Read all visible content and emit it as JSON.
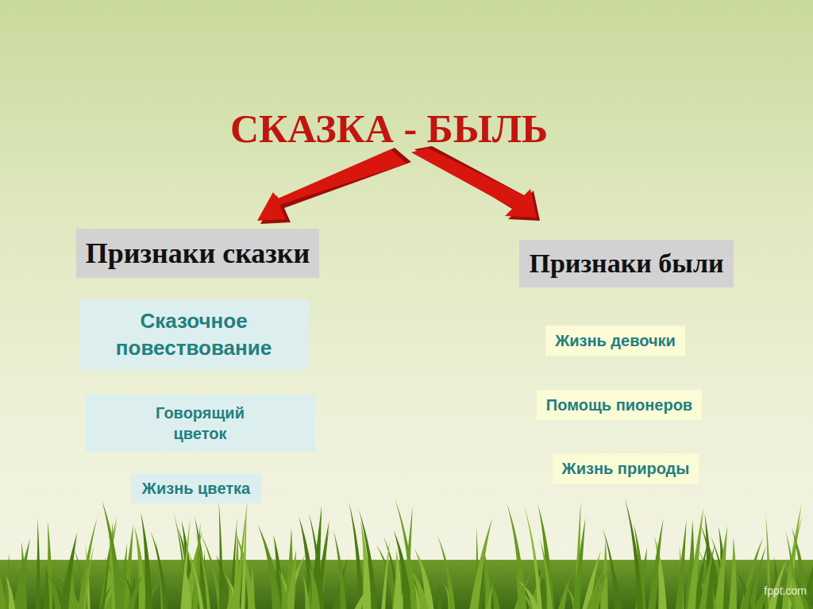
{
  "diagram": {
    "title": "СКАЗКА - БЫЛЬ",
    "nodes": [
      {
        "text": [
          "Признаки сказки"
        ]
      },
      {
        "text": [
          "Признаки были"
        ]
      },
      {
        "text": [
          "Сказочное повествование"
        ]
      },
      {
        "text": [
          "Говорящий цветок"
        ]
      },
      {
        "text": [
          "Жизнь цветка"
        ]
      },
      {
        "text": [
          "Жизнь девочки"
        ]
      },
      {
        "text": [
          "Помощь пионеров"
        ]
      },
      {
        "text": [
          "Жизнь природы"
        ]
      }
    ],
    "labels": [
      "fppt.com"
    ]
  }
}
